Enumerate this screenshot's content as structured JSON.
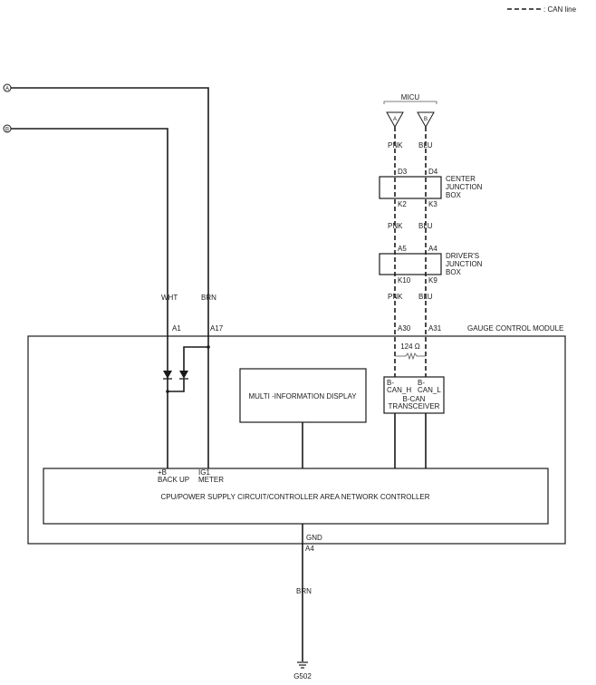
{
  "legend": {
    "can_line": ": CAN line"
  },
  "connectors": {
    "a": "A",
    "b": "B"
  },
  "micu": {
    "label": "MICU",
    "pin_a": "A",
    "pin_b": "B"
  },
  "wire_colors": {
    "pnk_1": "PNK",
    "blu_1": "BLU",
    "pnk_2": "PNK",
    "blu_2": "BLU",
    "pnk_3": "PNK",
    "blu_3": "BLU",
    "wht": "WHT",
    "brn_1": "BRN",
    "brn_2": "BRN"
  },
  "center_junction": {
    "label_line1": "CENTER",
    "label_line2": "JUNCTION",
    "label_line3": "BOX",
    "pin_top_left": "D3",
    "pin_top_right": "D4",
    "pin_bottom_left": "K2",
    "pin_bottom_right": "K3"
  },
  "drivers_junction": {
    "label_line1": "DRIVER'S",
    "label_line2": "JUNCTION",
    "label_line3": "BOX",
    "pin_top_left": "A5",
    "pin_top_right": "A4",
    "pin_bottom_left": "K10",
    "pin_bottom_right": "K9"
  },
  "gauge_module": {
    "label": "GAUGE CONTROL MODULE",
    "pin_a1": "A1",
    "pin_a17": "A17",
    "pin_a30": "A30",
    "pin_a31": "A31",
    "resistor": "124 Ω",
    "mid": "MULTI -INFORMATION DISPLAY",
    "can_h_line1": "B-",
    "can_h_line2": "CAN_H",
    "can_l_line1": "B-",
    "can_l_line2": "CAN_L",
    "transceiver_line1": "B-CAN",
    "transceiver_line2": "TRANSCEIVER",
    "backup_line1": "+B",
    "backup_line2": "BACK UP",
    "ig1_line1": "IG1",
    "ig1_line2": "METER",
    "cpu": "CPU/POWER SUPPLY CIRCUIT/CONTROLLER AREA NETWORK CONTROLLER",
    "gnd": "GND",
    "pin_a4": "A4"
  },
  "ground": {
    "label": "G502"
  }
}
